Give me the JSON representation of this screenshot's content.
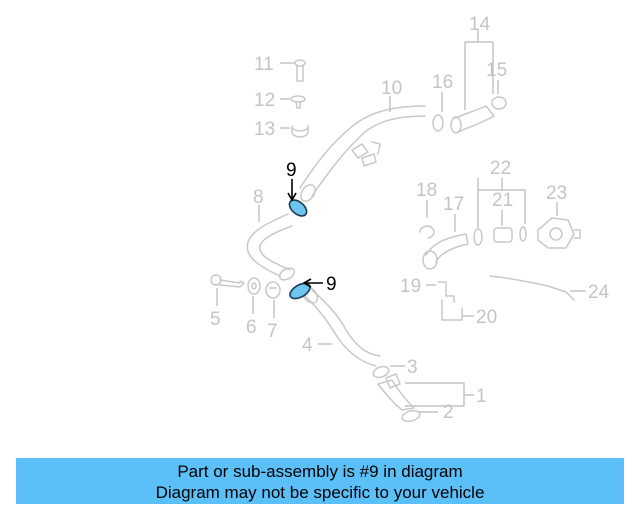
{
  "diagram": {
    "callouts": [
      "1",
      "2",
      "3",
      "4",
      "5",
      "6",
      "7",
      "8",
      "9",
      "10",
      "11",
      "12",
      "13",
      "14",
      "15",
      "16",
      "17",
      "18",
      "19",
      "20",
      "21",
      "22",
      "23",
      "24"
    ],
    "highlighted_callout": "9",
    "highlight_color": "#6ec6ef",
    "part_color": "#c8c8c8"
  },
  "banner": {
    "line1": "Part or sub-assembly is #9 in diagram",
    "line2": "Diagram may not be specific to your vehicle",
    "background": "#5bc0f8"
  }
}
